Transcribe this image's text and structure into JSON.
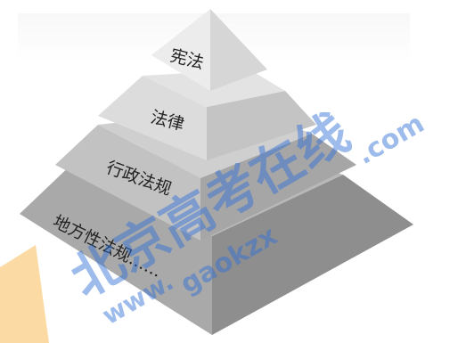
{
  "pyramid": {
    "tiers": [
      {
        "label": "宪法"
      },
      {
        "label": "法律"
      },
      {
        "label": "行政法规"
      },
      {
        "label": "地方性法规……"
      }
    ]
  },
  "watermark": {
    "cn": "北京高考在线",
    "url_top": ".com",
    "url_mid": "gaokzx",
    "url_bottom": "www."
  },
  "colors": {
    "tier_top_face": "#ececec",
    "tier_top_side": "#d6d6d6",
    "tier2_face": "#dcdcdc",
    "tier2_side": "#c4c4c4",
    "tier3_face": "#bdbdbd",
    "tier3_side": "#a6a6a6",
    "tier4_face": "#a9a9a9",
    "tier4_side": "#8e8e8e",
    "watermark_blue": "#2f6fd8",
    "watermark_orange": "#f5b13a"
  }
}
